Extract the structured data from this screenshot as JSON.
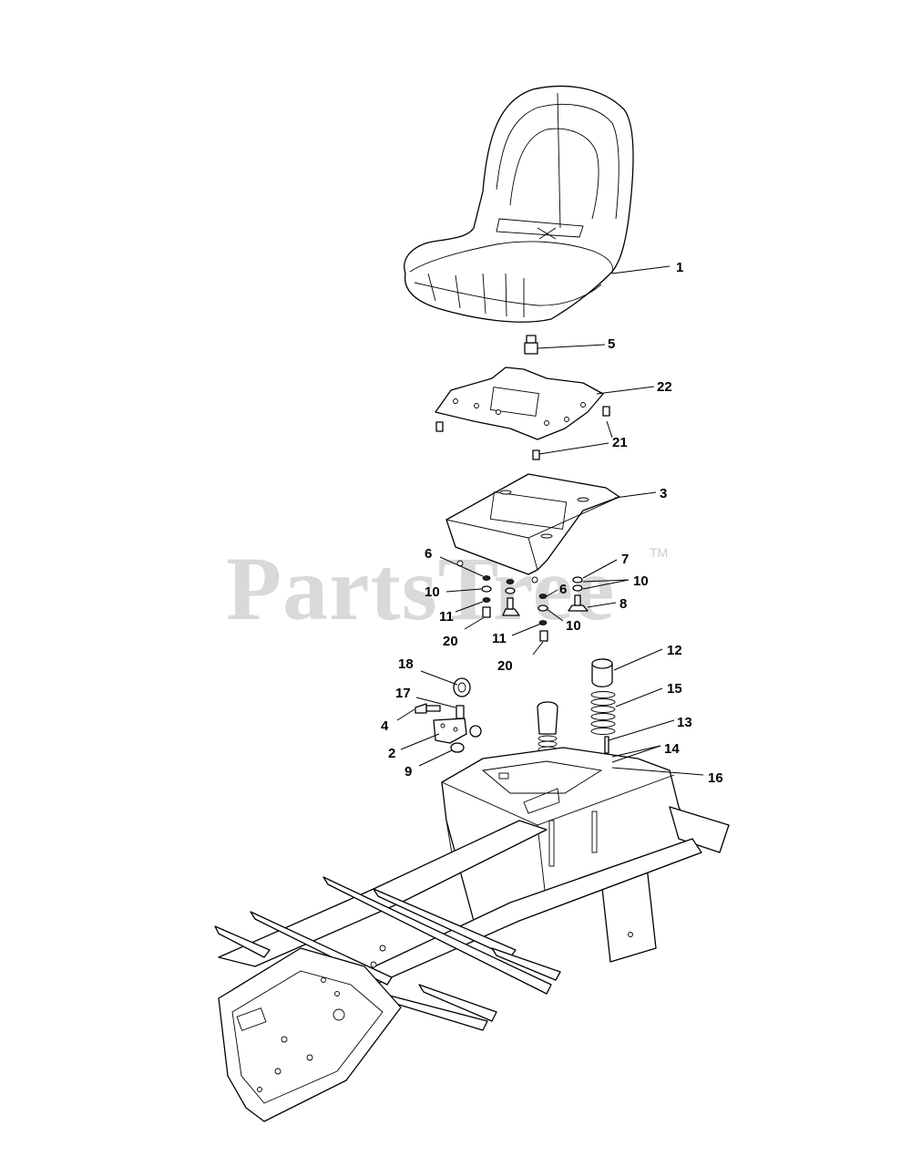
{
  "watermark": {
    "text": "PartsTree",
    "trademark": "TM"
  },
  "callouts": {
    "c1": "1",
    "c2": "2",
    "c3": "3",
    "c4": "4",
    "c5": "5",
    "c6a": "6",
    "c6b": "6",
    "c7": "7",
    "c8": "8",
    "c9": "9",
    "c10a": "10",
    "c10b": "10",
    "c10c": "10",
    "c11a": "11",
    "c11b": "11",
    "c12": "12",
    "c13": "13",
    "c14": "14",
    "c15": "15",
    "c16": "16",
    "c17": "17",
    "c18": "18",
    "c20a": "20",
    "c20b": "20",
    "c21": "21",
    "c22": "22"
  }
}
